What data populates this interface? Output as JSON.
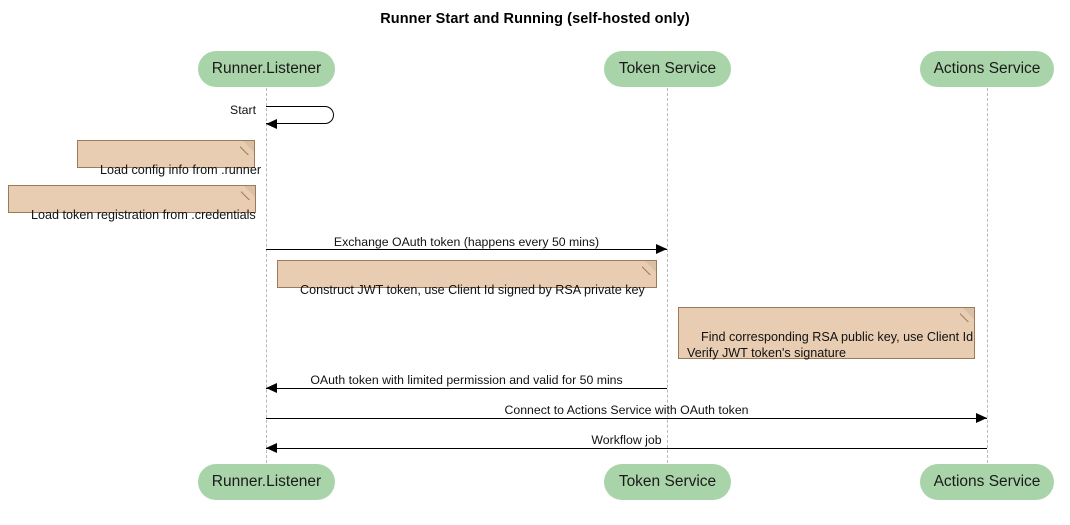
{
  "diagram": {
    "type": "sequence-diagram",
    "title": "Runner Start and Running (self-hosted only)",
    "colors": {
      "participant_fill": "#a9d4a9",
      "note_fill": "#e8cdb2",
      "note_border": "#9c7a57",
      "lifeline": "#b9b9b9",
      "arrow": "#000000",
      "background": "#ffffff"
    },
    "participants": [
      {
        "id": "runner",
        "label": "Runner.Listener"
      },
      {
        "id": "token",
        "label": "Token Service"
      },
      {
        "id": "actions",
        "label": "Actions Service"
      }
    ],
    "participants_bottom": [
      {
        "id": "runner",
        "label": "Runner.Listener"
      },
      {
        "id": "token",
        "label": "Token Service"
      },
      {
        "id": "actions",
        "label": "Actions Service"
      }
    ],
    "messages": [
      {
        "id": "m1",
        "label": "Start",
        "from": "runner",
        "to": "runner",
        "kind": "self"
      },
      {
        "id": "m2",
        "label": "Exchange OAuth token (happens every 50 mins)",
        "from": "runner",
        "to": "token",
        "kind": "sync",
        "direction": "right"
      },
      {
        "id": "m3",
        "label": "OAuth token with limited permission and valid for 50 mins",
        "from": "token",
        "to": "runner",
        "kind": "return",
        "direction": "left"
      },
      {
        "id": "m4",
        "label": "Connect to Actions Service with OAuth token",
        "from": "runner",
        "to": "actions",
        "kind": "sync",
        "direction": "right"
      },
      {
        "id": "m5",
        "label": "Workflow job",
        "from": "actions",
        "to": "runner",
        "kind": "return",
        "direction": "left"
      }
    ],
    "notes": [
      {
        "id": "n1",
        "text": "Load config info from .runner",
        "attached_to": "runner"
      },
      {
        "id": "n2",
        "text": "Load token registration from .credentials",
        "attached_to": "runner"
      },
      {
        "id": "n3",
        "text": "Construct JWT token, use Client Id signed by RSA private key",
        "attached_to": "runner"
      },
      {
        "id": "n4",
        "text": "Find corresponding RSA public key, use Client Id\nVerify JWT token's signature",
        "attached_to": "token"
      }
    ]
  }
}
